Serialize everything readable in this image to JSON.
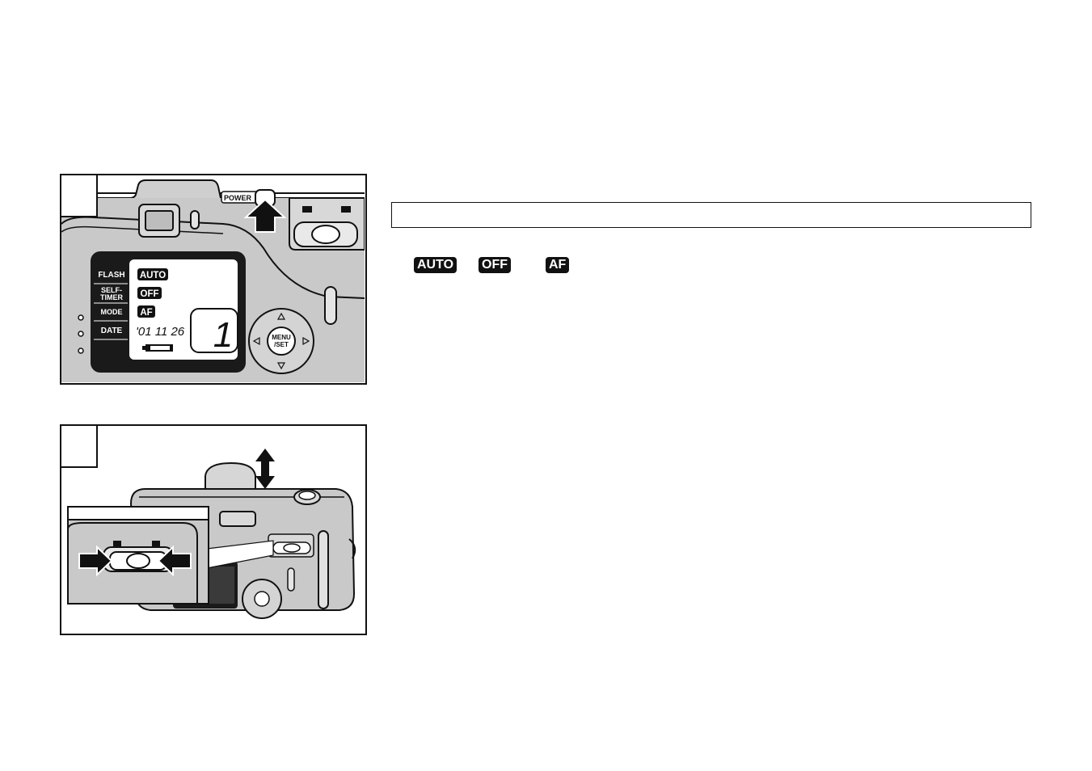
{
  "figure1": {
    "power_label": "POWER",
    "lcd": {
      "rows": [
        {
          "label": "FLASH",
          "value": "AUTO"
        },
        {
          "label_line1": "SELF-",
          "label_line2": "TIMER",
          "value": "OFF"
        },
        {
          "label": "MODE",
          "value": "AF"
        },
        {
          "label": "DATE",
          "value": "'01 11 26"
        }
      ],
      "frame_count": "1"
    },
    "menu_button": {
      "line1": "MENU",
      "line2": "/SET"
    }
  },
  "figure2": {},
  "heading": "",
  "badges": {
    "auto": "AUTO",
    "off": "OFF",
    "af": "AF"
  }
}
